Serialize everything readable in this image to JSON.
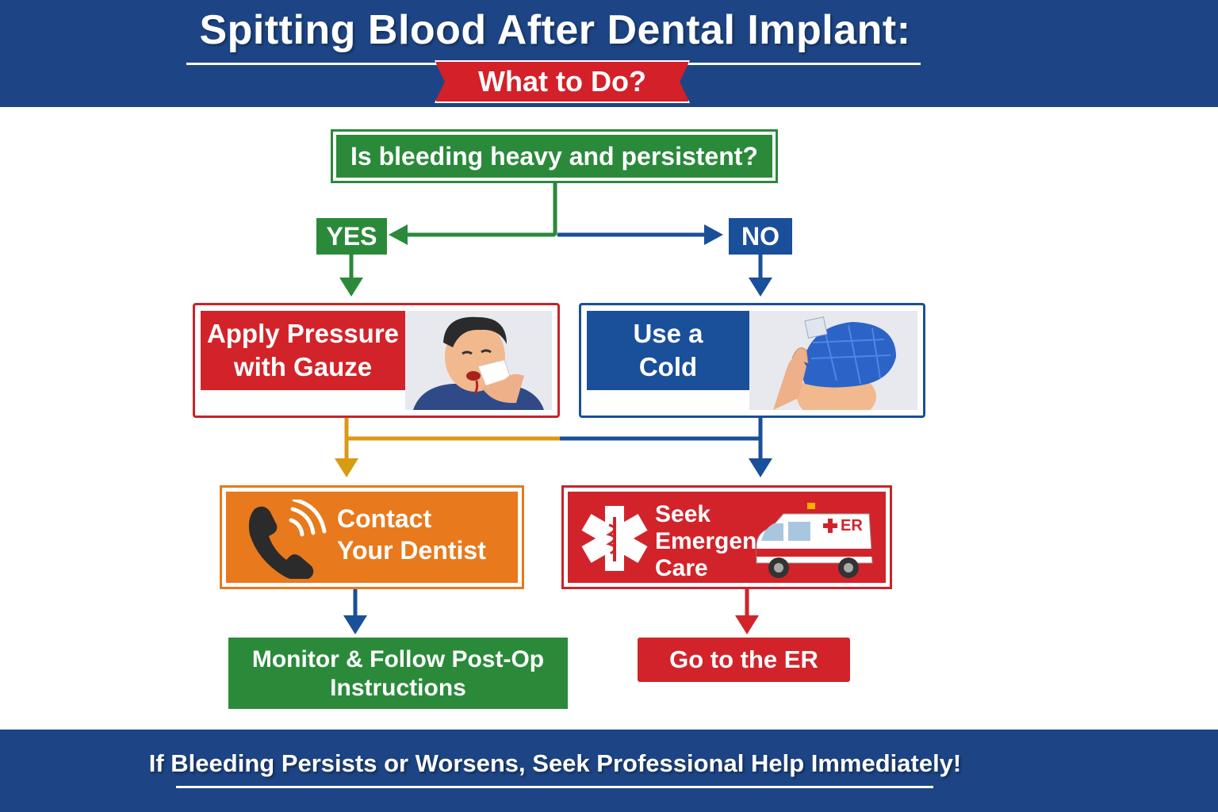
{
  "header": {
    "title": "Spitting Blood After Dental Implant:",
    "subtitle": "What to Do?"
  },
  "question": "Is bleeding heavy and persistent?",
  "branches": {
    "yes": "YES",
    "no": "NO"
  },
  "actions": {
    "pressure": [
      "Apply Pressure",
      "with Gauze"
    ],
    "compress": [
      "Use a",
      "Cold Compress"
    ]
  },
  "outcomes": {
    "contact": [
      "Contact",
      "Your Dentist"
    ],
    "seek": [
      "Seek",
      "Emergency",
      "Care"
    ],
    "ambulance_badge": "ER"
  },
  "results": {
    "monitor": [
      "Monitor & Follow Post-Op",
      "Instructions"
    ],
    "er": "Go to the ER"
  },
  "footer": "If Bleeding Persists or Worsens, Seek Professional Help Immediately!",
  "colors": {
    "navy": "#1d4585",
    "green": "#2a8a3a",
    "blue": "#1a4f9a",
    "red": "#d2232a",
    "orange": "#e8791c",
    "gold": "#d99a14"
  }
}
